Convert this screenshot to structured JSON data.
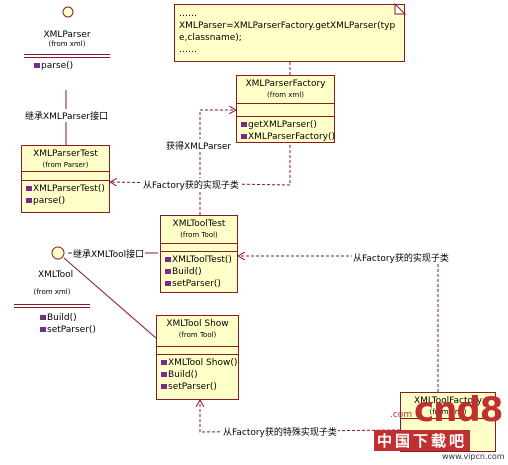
{
  "note": {
    "lines": [
      "……",
      "XMLParser=XMLParserFactory.getXMLParser(typ",
      "e,classname);",
      "……"
    ]
  },
  "classes": {
    "xmlparser_iface": {
      "name": "XMLParser",
      "from": "(from xml)",
      "ops": [
        "parse()"
      ]
    },
    "xmlparser_test": {
      "name": "XMLParserTest",
      "from": "(from Parser)",
      "ops": [
        "XMLParserTest()",
        "parse()"
      ]
    },
    "xmlparser_factory": {
      "name": "XMLParserFactory",
      "from": "(from xml)",
      "ops": [
        "getXMLParser()",
        "XMLParserFactory()"
      ]
    },
    "xmltool_test": {
      "name": "XMLToolTest",
      "from": "(from Tool)",
      "ops": [
        "XMLToolTest()",
        "Build()",
        "setParser()"
      ]
    },
    "xmltool_iface": {
      "name": "XMLTool",
      "from": "(from xml)",
      "ops": [
        "Build()",
        "setParser()"
      ]
    },
    "xmltool_show": {
      "name": "XMLTool Show",
      "from": "(from Tool)",
      "ops": [
        "XMLTool Show()",
        "Build()",
        "setParser()"
      ]
    },
    "xmltool_factory": {
      "name": "XMLToolFactory",
      "from": "(from xml)"
    }
  },
  "labels": {
    "inherit_parser": "继承XMLParser接口",
    "get_parser": "获得XMLParser",
    "instance_from_factory_1": "从Factory获的实现子类",
    "inherit_tool": "继承XMLTool接口",
    "instance_from_factory_2": "从Factory获的实现子类",
    "special_instance_from_factory": "从Factory获的特殊实现子类"
  },
  "watermark": {
    "brand": "cnd8",
    "tagline": "中国下载吧",
    "dotcom": ".com",
    "url": "www.vipcn.com"
  },
  "colors": {
    "line": "#8a1a2a",
    "class_fill": "#ffffc8",
    "method_icon": "#7a2a8a",
    "watermark_red": "#c03030"
  }
}
